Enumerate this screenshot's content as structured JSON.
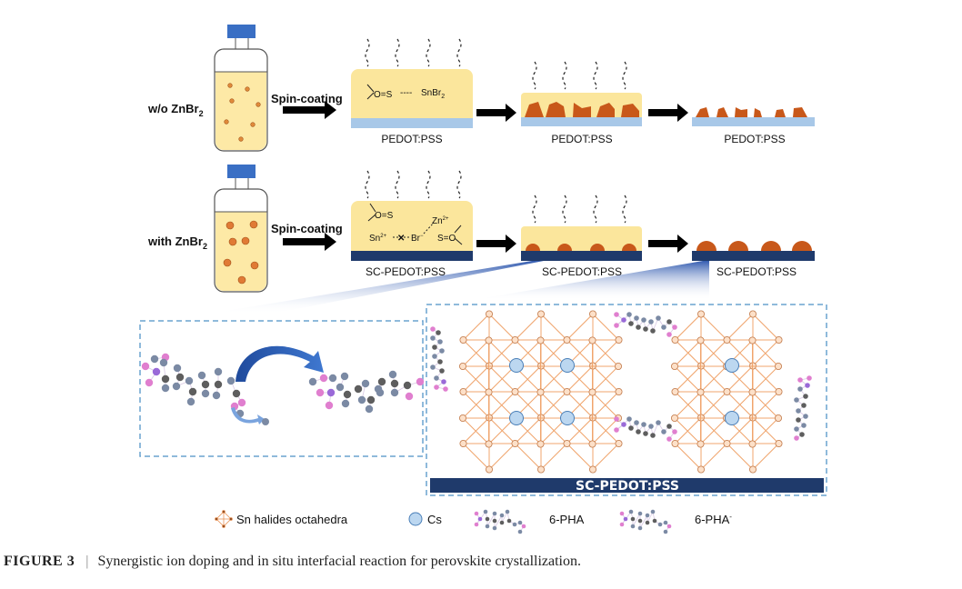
{
  "rows": [
    {
      "condition_label": "w/o ZnBr",
      "condition_subscript": "2",
      "process_label": "Spin-coating",
      "stage_labels": [
        "PEDOT:PSS",
        "PEDOT:PSS",
        "PEDOT:PSS"
      ],
      "interaction": {
        "left": "O=S",
        "dash": "----",
        "right": "SnBr",
        "right_sub": "2"
      }
    },
    {
      "condition_label": "with ZnBr",
      "condition_subscript": "2",
      "process_label": "Spin-coating",
      "stage_labels": [
        "SC-PEDOT:PSS",
        "SC-PEDOT:PSS",
        "SC-PEDOT:PSS"
      ],
      "interaction": {
        "os": "O=S",
        "sn": "Sn",
        "sn_sup": "2+",
        "br": "Br",
        "br_sup": "−",
        "zn": "Zn",
        "zn_sup": "2+",
        "so": "S=O",
        "block": "✕"
      }
    }
  ],
  "detail": {
    "substrate_label": "SC-PEDOT:PSS"
  },
  "legend": [
    {
      "icon": "octahedron-icon",
      "label": "Sn halides octahedra"
    },
    {
      "icon": "cs-ion-icon",
      "label": "Cs"
    },
    {
      "icon": "6-pha-molecule-icon",
      "label": "6-PHA"
    },
    {
      "icon": "6-pha-anion-icon",
      "label": "6-PHA",
      "sup": "-"
    }
  ],
  "colors": {
    "solution": "#fde9a6",
    "film": "#fbe69c",
    "pedot": "#a8c8e8",
    "sc_pedot": "#1f3a6b",
    "crystal": "#c8581a",
    "octahedra": "#f0a46c",
    "cs": "#bcd7f0",
    "cap": "#3d6ec9",
    "dash_box": "#6aa3cf"
  },
  "caption": {
    "figure": "FIGURE 3",
    "text": "Synergistic ion doping and in situ interfacial reaction for perovskite crystallization."
  }
}
